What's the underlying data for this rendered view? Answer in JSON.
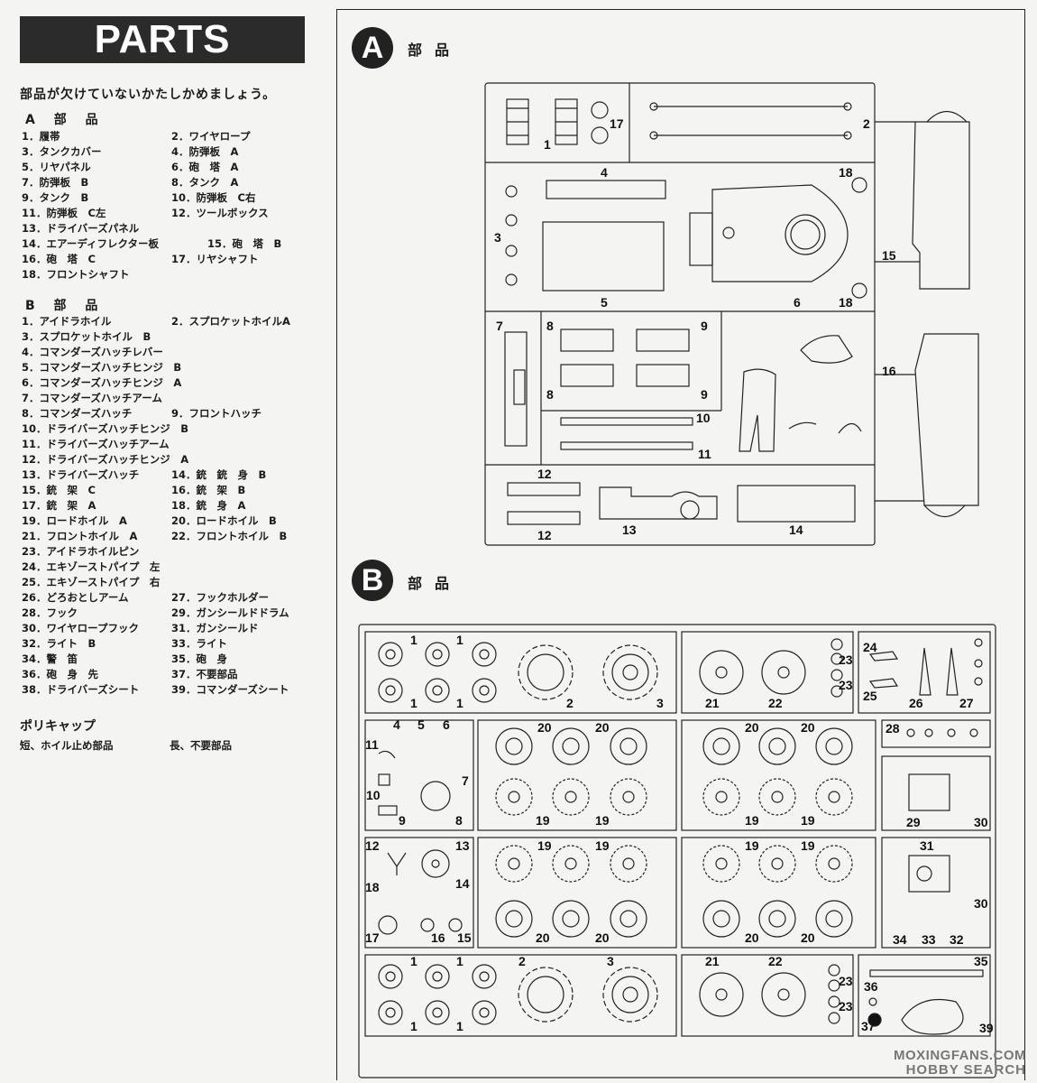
{
  "header": {
    "title": "PARTS",
    "intro": "部品が欠けていないかたしかめましょう。"
  },
  "a_section": {
    "heading": "A  部  品",
    "rows": [
      [
        "1．履帯",
        "2．ワイヤロープ"
      ],
      [
        "3．タンクカバー",
        "4．防弾板　A"
      ],
      [
        "5．リヤパネル",
        "6．砲　塔　A"
      ],
      [
        "7．防弾板　B",
        "8．タンク　A"
      ],
      [
        "9．タンク　B",
        "10．防弾板　C右"
      ],
      [
        "11．防弾板　C左",
        "12．ツールボックス"
      ],
      [
        "13．ドライバーズパネル",
        ""
      ],
      [
        "14．エアーディフレクター板",
        "15．砲　塔　B"
      ],
      [
        "16．砲　塔　C",
        "17．リヤシャフト"
      ],
      [
        "18．フロントシャフト",
        ""
      ]
    ]
  },
  "b_section": {
    "heading": "B  部  品",
    "rows": [
      [
        "1．アイドラホイル",
        "2．スプロケットホイルA"
      ],
      [
        "3．スプロケットホイル　B",
        ""
      ],
      [
        "4．コマンダーズハッチレバー",
        ""
      ],
      [
        "5．コマンダーズハッチヒンジ　B",
        ""
      ],
      [
        "6．コマンダーズハッチヒンジ　A",
        ""
      ],
      [
        "7．コマンダーズハッチアーム",
        ""
      ],
      [
        "8．コマンダーズハッチ",
        "9．フロントハッチ"
      ],
      [
        "10．ドライバーズハッチヒンジ　B",
        ""
      ],
      [
        "11．ドライバーズハッチアーム",
        ""
      ],
      [
        "12．ドライバーズハッチヒンジ　A",
        ""
      ],
      [
        "13．ドライバーズハッチ",
        "14．銃　銃　身　B"
      ],
      [
        "15．銃　架　C",
        "16．銃　架　B"
      ],
      [
        "17．銃　架　A",
        "18．銃　身　A"
      ],
      [
        "19．ロードホイル　A",
        "20．ロードホイル　B"
      ],
      [
        "21．フロントホイル　A",
        "22．フロントホイル　B"
      ],
      [
        "23．アイドラホイルピン",
        ""
      ],
      [
        "24．エキゾーストパイプ　左",
        ""
      ],
      [
        "25．エキゾーストパイプ　右",
        ""
      ],
      [
        "26．どろおとしアーム",
        "27．フックホルダー"
      ],
      [
        "28．フック",
        "29．ガンシールドドラム"
      ],
      [
        "30．ワイヤロープフック",
        "31．ガンシールド"
      ],
      [
        "32．ライト　B",
        "33．ライト"
      ],
      [
        "34．警　笛",
        "35．砲　身"
      ],
      [
        "36．砲　身　先",
        "37．不要部品"
      ],
      [
        "38．ドライバーズシート",
        "39．コマンダーズシート"
      ]
    ]
  },
  "polycap": {
    "heading": "ポリキャップ",
    "left": "短、ホイル止め部品",
    "right": "長、不要部品"
  },
  "sprue_a": {
    "letter": "A",
    "title": "部品"
  },
  "sprue_b": {
    "letter": "B",
    "title": "部品"
  },
  "watermark": {
    "line1": "MOXINGFANS.COM",
    "line2": "HOBBY SEARCH"
  }
}
